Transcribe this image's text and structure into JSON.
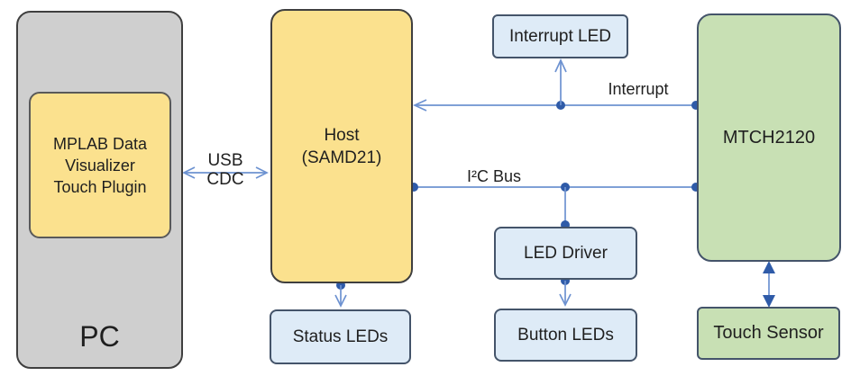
{
  "colors": {
    "background": "#ffffff",
    "gray_fill": "#cfcfcf",
    "yellow_fill": "#fbe18e",
    "blue_fill": "#deebf7",
    "green_fill": "#c8e0b4",
    "dark_border": "#3f3f3f",
    "inner_border": "#595959",
    "slate_border": "#44546a",
    "line_blue": "#6d92d1",
    "node_blue": "#2f5ba8",
    "text": "#1f1f1f"
  },
  "nodes": {
    "pc": {
      "label": "PC"
    },
    "mplab_plugin": {
      "lines": [
        "MPLAB Data",
        "Visualizer",
        "Touch Plugin"
      ]
    },
    "host": {
      "lines": [
        "Host",
        "(SAMD21)"
      ]
    },
    "status_leds": {
      "label": "Status LEDs"
    },
    "interrupt_led": {
      "label": "Interrupt LED"
    },
    "led_driver": {
      "label": "LED Driver"
    },
    "button_leds": {
      "label": "Button LEDs"
    },
    "mtch2120": {
      "label": "MTCH2120"
    },
    "touch_sensor": {
      "label": "Touch Sensor"
    }
  },
  "edges": {
    "usb_cdc": {
      "lines": [
        "USB",
        "CDC"
      ]
    },
    "interrupt": {
      "label": "Interrupt"
    },
    "i2c": {
      "label": "I²C Bus"
    }
  }
}
